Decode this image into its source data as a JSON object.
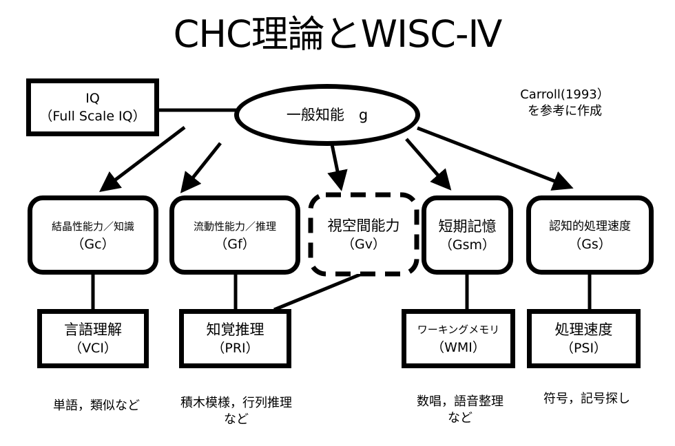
{
  "title": "CHC理論とWISC-Ⅳ",
  "citation": {
    "line1": "Carroll(1993）",
    "line2": "を参考に作成"
  },
  "iq": {
    "line1": "IQ",
    "line2": "（Full Scale IQ）"
  },
  "g": {
    "label": "一般知能　g"
  },
  "abilities": [
    {
      "id": "gc",
      "name": "結晶性能力／知識",
      "code": "（Gc）",
      "dashed": false
    },
    {
      "id": "gf",
      "name": "流動性能力／推理",
      "code": "（Gf）",
      "dashed": false
    },
    {
      "id": "gv",
      "name": "視空間能力",
      "code": "（Gv）",
      "dashed": true
    },
    {
      "id": "gsm",
      "name": "短期記憶",
      "code": "（Gsm）",
      "dashed": false
    },
    {
      "id": "gs",
      "name": "認知的処理速度",
      "code": "（Gs）",
      "dashed": false
    }
  ],
  "indices": [
    {
      "id": "vci",
      "name": "言語理解",
      "code": "（VCI）",
      "examples": [
        "単語，類似など"
      ]
    },
    {
      "id": "pri",
      "name": "知覚推理",
      "code": "（PRI）",
      "examples": [
        "積木模様，行列推理",
        "など"
      ]
    },
    {
      "id": "wmi",
      "name": "ワーキングメモリ",
      "code": "（WMI）",
      "examples": [
        "数唱，語音整理",
        "など"
      ]
    },
    {
      "id": "psi",
      "name": "処理速度",
      "code": "（PSI）",
      "examples": [
        "符号，記号探し"
      ]
    }
  ],
  "edges": [
    {
      "from": "iq",
      "to": "g",
      "type": "line"
    },
    {
      "from": "g",
      "to": "gc",
      "type": "arrow"
    },
    {
      "from": "g",
      "to": "gf",
      "type": "arrow"
    },
    {
      "from": "g",
      "to": "gv",
      "type": "arrow"
    },
    {
      "from": "g",
      "to": "gsm",
      "type": "arrow"
    },
    {
      "from": "g",
      "to": "gs",
      "type": "arrow"
    },
    {
      "from": "gc",
      "to": "vci",
      "type": "line"
    },
    {
      "from": "gf",
      "to": "pri",
      "type": "line"
    },
    {
      "from": "gv",
      "to": "pri",
      "type": "line"
    },
    {
      "from": "gsm",
      "to": "wmi",
      "type": "line"
    },
    {
      "from": "gs",
      "to": "psi",
      "type": "line"
    }
  ]
}
